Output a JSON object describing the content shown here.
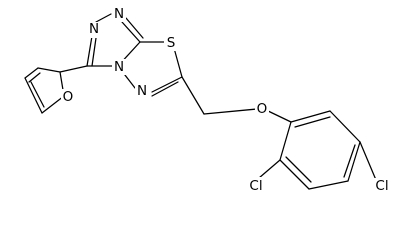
{
  "molecule": {
    "atoms": {
      "n1": "N",
      "n2": "N",
      "n3": "N",
      "n4": "N",
      "s1": "S",
      "o_furan": "O",
      "o_ether": "O",
      "cl1": "Cl",
      "cl2": "Cl"
    },
    "line_color": "#000000",
    "background": "#ffffff"
  }
}
